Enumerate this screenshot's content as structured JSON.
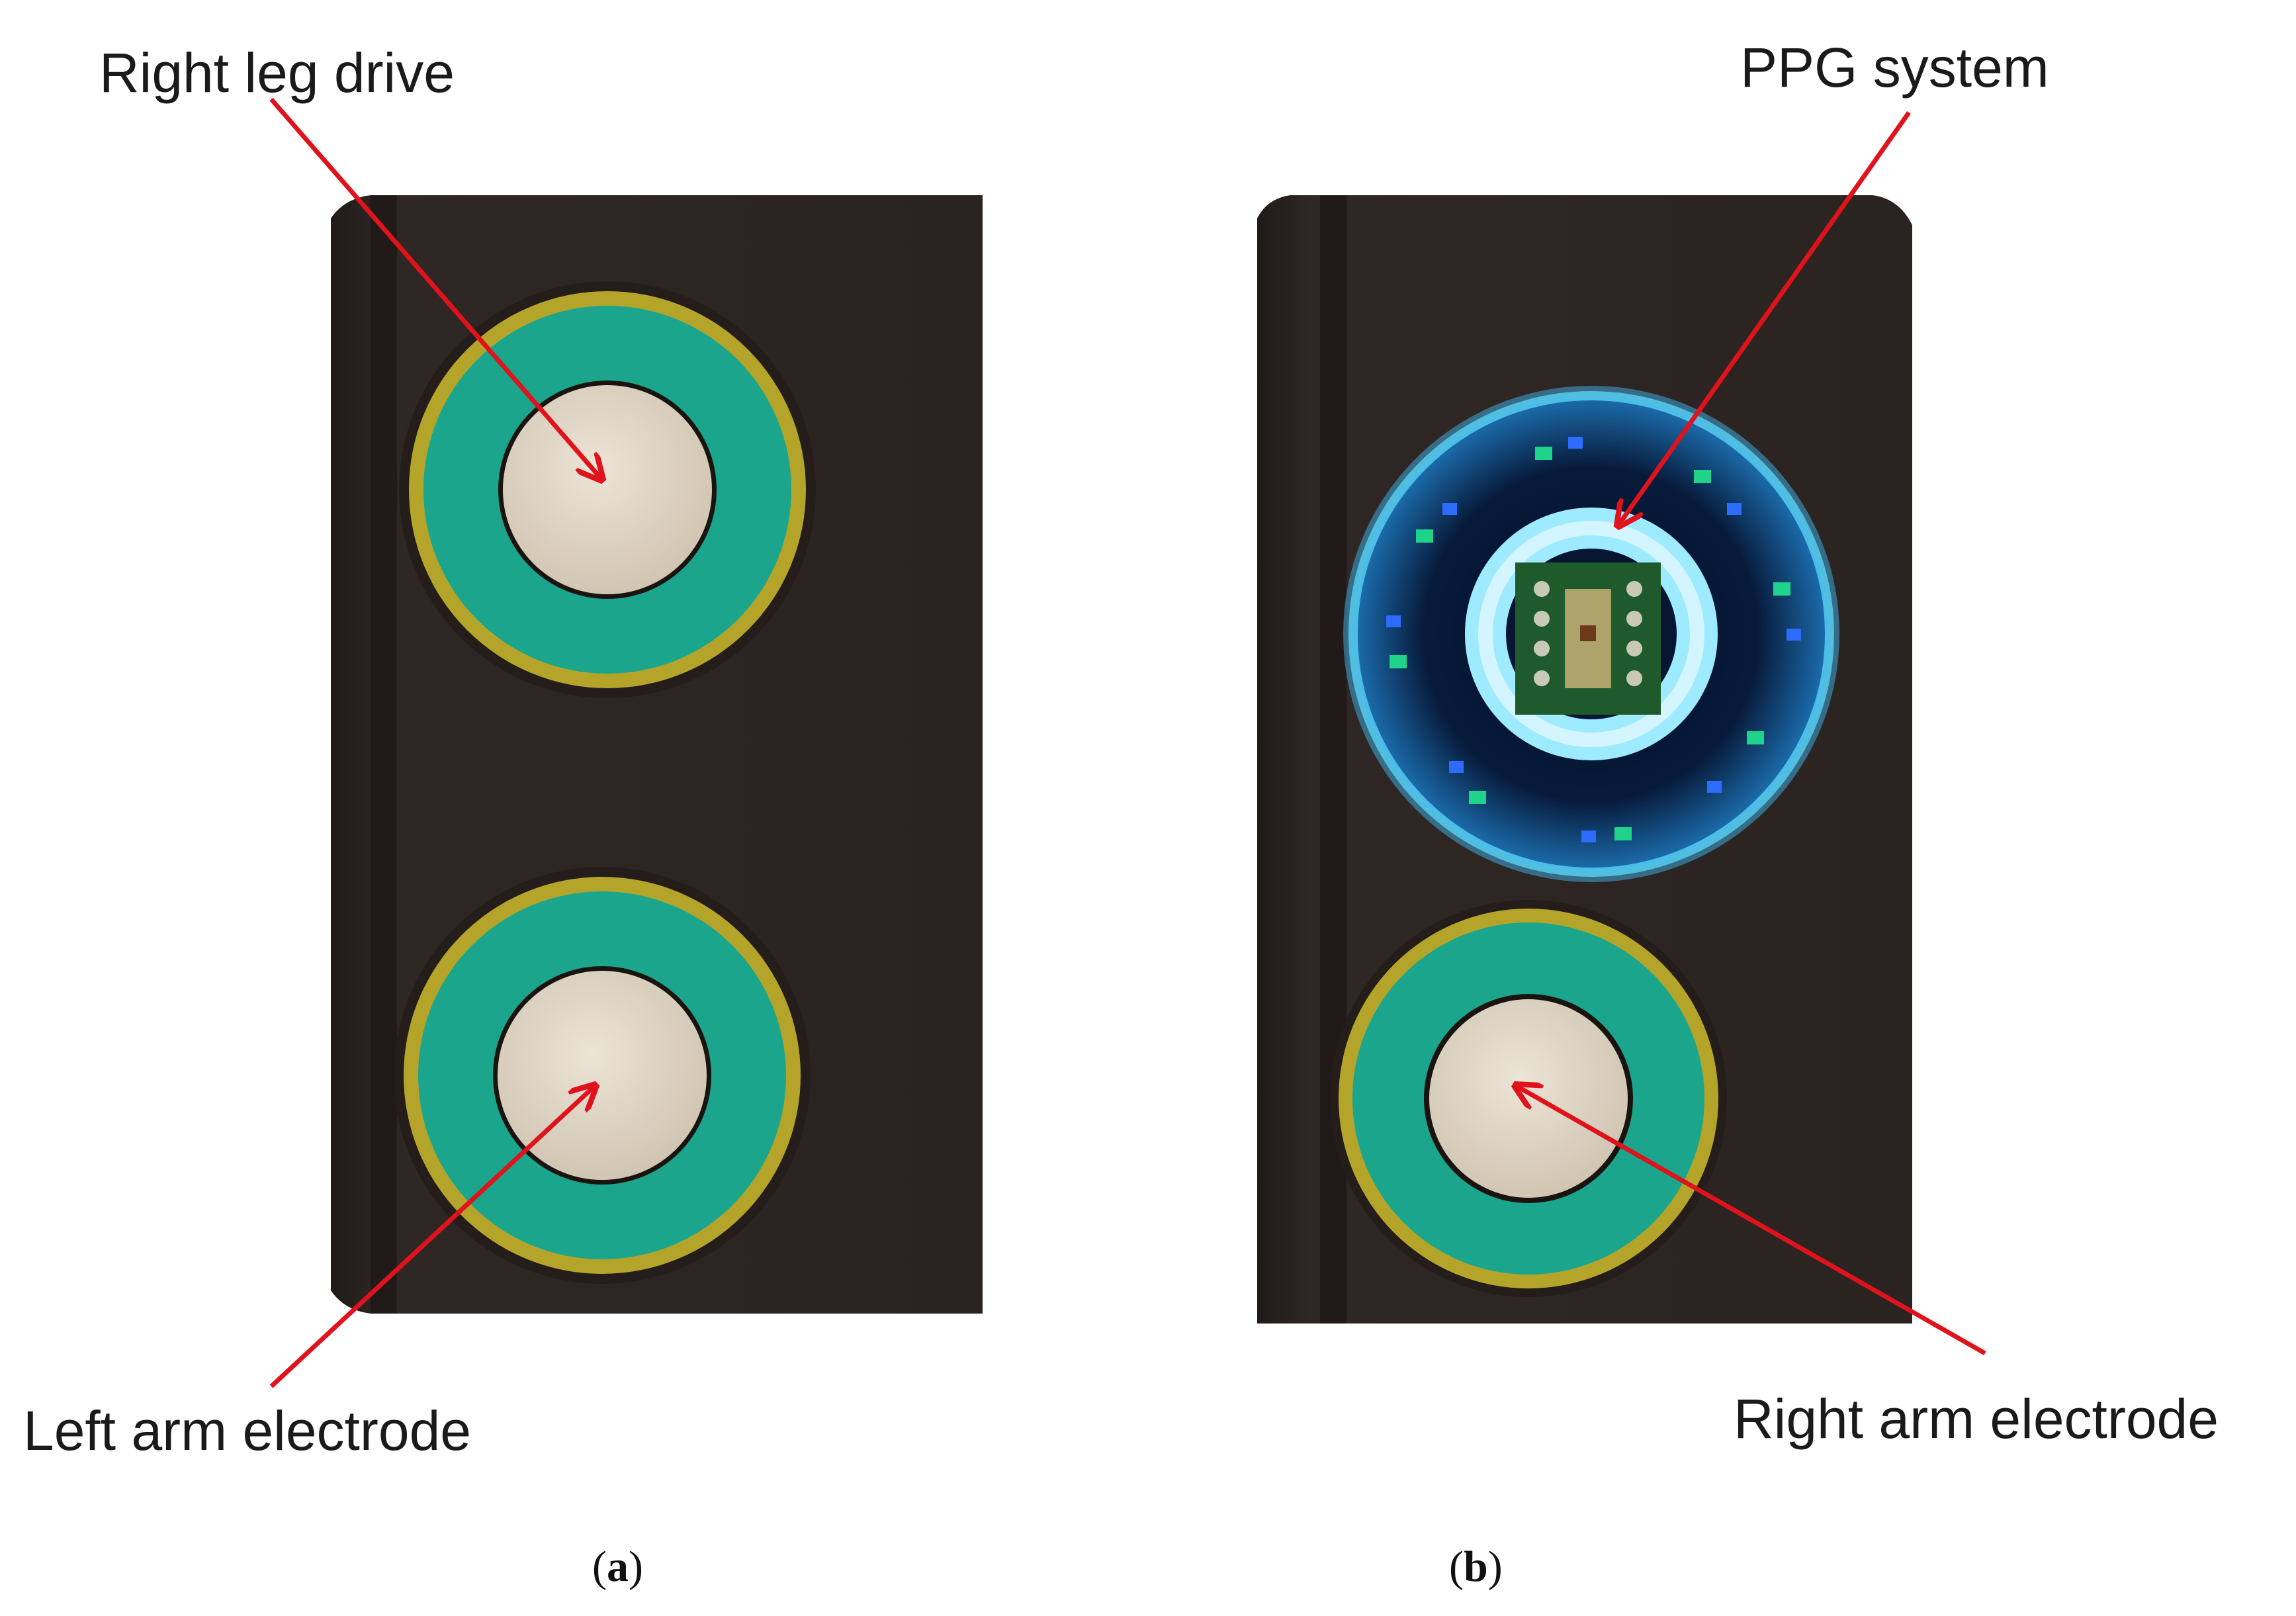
{
  "panels": {
    "a": {
      "caption_open": "(",
      "caption_letter": "a",
      "caption_close": ")",
      "labels": {
        "top": "Right leg drive",
        "bottom": "Left arm electrode"
      }
    },
    "b": {
      "caption_open": "(",
      "caption_letter": "b",
      "caption_close": ")",
      "labels": {
        "top": "PPG system",
        "bottom": "Right arm electrode"
      }
    }
  },
  "colors": {
    "device_body": "#2a2320",
    "electrode_ring_outer": "#b4a52a",
    "electrode_ring_green": "#1aa58c",
    "electrode_center": "#e2d8c8",
    "ppg_glow": "#59d2f5",
    "arrow": "#e0121c"
  }
}
